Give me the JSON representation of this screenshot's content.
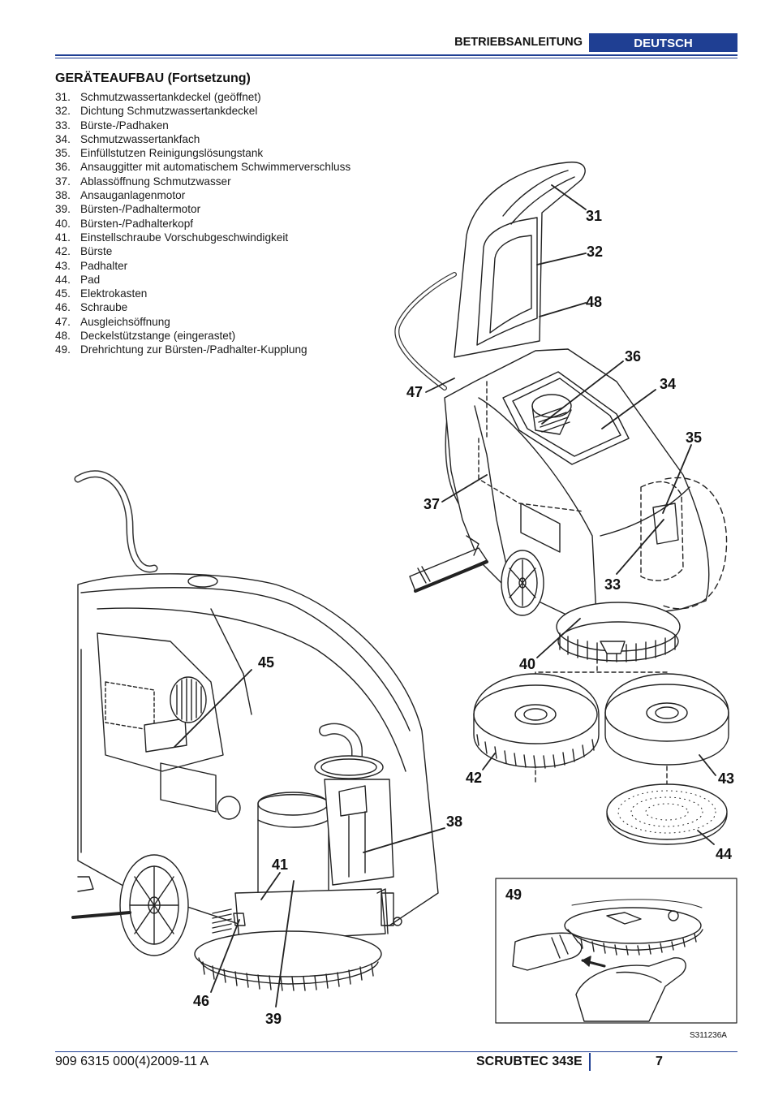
{
  "header": {
    "label": "BETRIEBSANLEITUNG",
    "language": "DEUTSCH"
  },
  "section_title": "GERÄTEAUFBAU (Fortsetzung)",
  "parts": [
    {
      "num": "31.",
      "text": "Schmutzwassertankdeckel (geöffnet)"
    },
    {
      "num": "32.",
      "text": "Dichtung Schmutzwassertankdeckel"
    },
    {
      "num": "33.",
      "text": "Bürste-/Padhaken"
    },
    {
      "num": "34.",
      "text": "Schmutzwassertankfach"
    },
    {
      "num": "35.",
      "text": "Einfüllstutzen Reinigungslösungstank"
    },
    {
      "num": "36.",
      "text": "Ansauggitter mit automatischem Schwimmerverschluss"
    },
    {
      "num": "37.",
      "text": "Ablassöffnung Schmutzwasser"
    },
    {
      "num": "38.",
      "text": "Ansauganlagenmotor"
    },
    {
      "num": "39.",
      "text": "Bürsten-/Padhaltermotor"
    },
    {
      "num": "40.",
      "text": "Bürsten-/Padhalterkopf"
    },
    {
      "num": "41.",
      "text": "Einstellschraube Vorschubgeschwindigkeit"
    },
    {
      "num": "42.",
      "text": "Bürste"
    },
    {
      "num": "43.",
      "text": "Padhalter"
    },
    {
      "num": "44.",
      "text": "Pad"
    },
    {
      "num": "45.",
      "text": "Elektrokasten"
    },
    {
      "num": "46.",
      "text": "Schraube"
    },
    {
      "num": "47.",
      "text": "Ausgleichsöffnung"
    },
    {
      "num": "48.",
      "text": "Deckelstützstange (eingerastet)"
    },
    {
      "num": "49.",
      "text": "Drehrichtung zur Bürsten-/Padhalter-Kupplung"
    }
  ],
  "figure": {
    "code": "S311236A",
    "callouts": {
      "c31": "31",
      "c32": "32",
      "c48": "48",
      "c36": "36",
      "c34": "34",
      "c47": "47",
      "c35": "35",
      "c37": "37",
      "c33": "33",
      "c40": "40",
      "c45": "45",
      "c42": "42",
      "c43": "43",
      "c38": "38",
      "c44": "44",
      "c41": "41",
      "c46": "46",
      "c39": "39",
      "c49": "49"
    }
  },
  "footer": {
    "doc_number": "909 6315 000(4)2009-11 A",
    "model": "SCRUBTEC 343E",
    "page": "7"
  }
}
